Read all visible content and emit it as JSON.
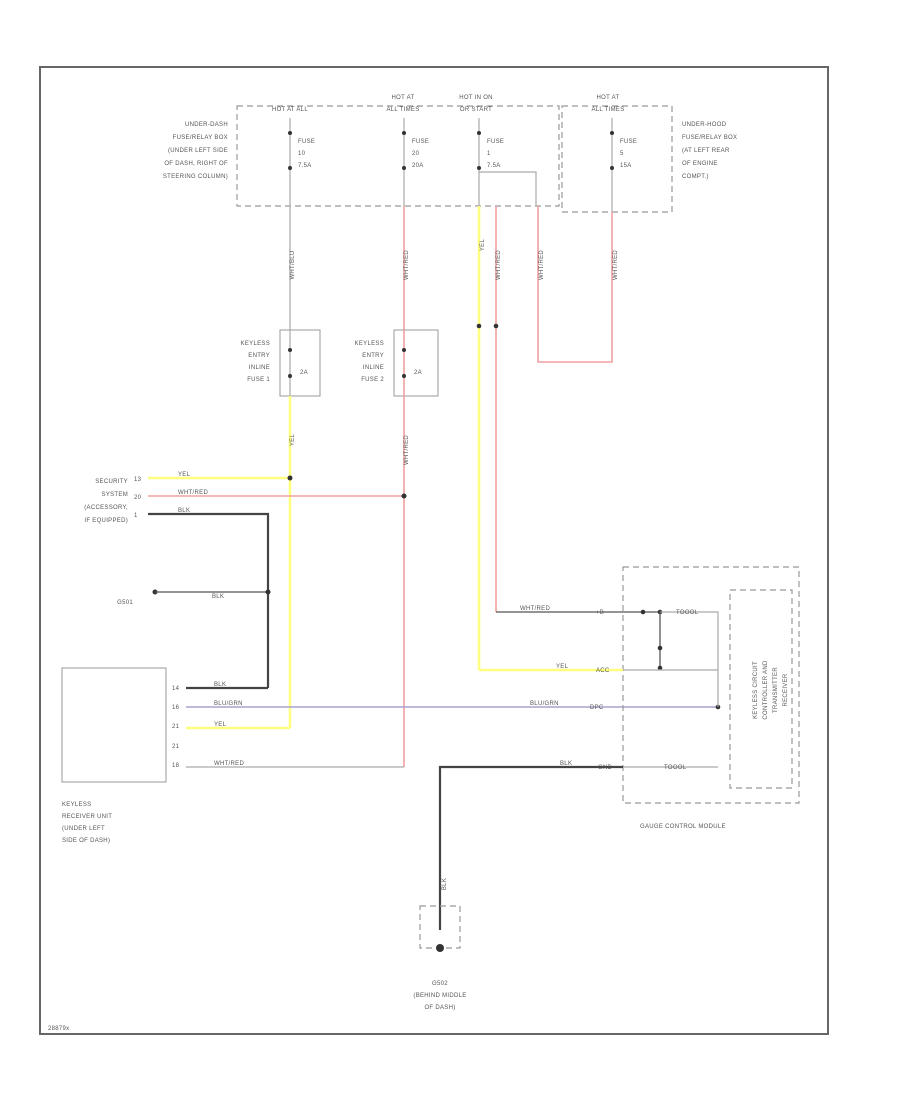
{
  "frame_id": "28879x",
  "fuse_boxes": {
    "under_dash": {
      "label_lines": [
        "UNDER-DASH",
        "FUSE/RELAY BOX",
        "(UNDER LEFT SIDE",
        "OF DASH, RIGHT OF",
        "STEERING COLUMN)"
      ]
    },
    "under_hood": {
      "label_lines": [
        "UNDER-HOOD",
        "FUSE/RELAY BOX",
        "(AT LEFT REAR",
        "OF ENGINE",
        "COMPT.)"
      ]
    }
  },
  "hot_labels": [
    [
      "HOT AT ALL"
    ],
    [
      "HOT AT",
      "ALL TIMES"
    ],
    [
      "HOT IN ON",
      "OR START"
    ],
    [
      "HOT AT",
      "ALL TIMES"
    ]
  ],
  "fuses": [
    {
      "lines": [
        "FUSE",
        "10",
        "7.5A"
      ]
    },
    {
      "lines": [
        "FUSE",
        "20",
        "20A"
      ]
    },
    {
      "lines": [
        "FUSE",
        "1",
        "7.5A"
      ]
    },
    {
      "lines": [
        "FUSE",
        "5",
        "15A"
      ]
    }
  ],
  "inline_fuses": [
    {
      "label_lines": [
        "KEYLESS",
        "ENTRY",
        "INLINE",
        "FUSE 1"
      ],
      "rating": "2A"
    },
    {
      "label_lines": [
        "KEYLESS",
        "ENTRY",
        "INLINE",
        "FUSE 2"
      ],
      "rating": "2A"
    }
  ],
  "wire_colors": {
    "wht_blu": "WHT/BLU",
    "wht_red": "WHT/RED",
    "yel": "YEL",
    "wht_red_2": "WHT/RED",
    "wht_red_3": "WHT/RED",
    "wht_red_4": "WHT/RED",
    "blk": "BLK",
    "blu_grn": "BLU/GRN",
    "blk_g": "BLK"
  },
  "security": {
    "label_lines": [
      "SECURITY",
      "SYSTEM",
      "(ACCESSORY,",
      "IF EQUIPPED)"
    ],
    "pins": [
      "13",
      "20",
      "1"
    ]
  },
  "ground_ref": "G501",
  "keyless_unit": {
    "label_lines": [
      "KEYLESS",
      "RECEIVER UNIT",
      "(UNDER LEFT",
      "SIDE OF DASH)"
    ],
    "pins": [
      "14",
      "16",
      "21",
      "18"
    ]
  },
  "gauge_module": {
    "name": "GAUGE CONTROL MODULE",
    "inner_label": [
      "KEYLESS CIRCUIT",
      "CONTROLLER AND",
      "TRANSMITTER",
      "RECEIVER"
    ],
    "pins": [
      "+B",
      "ACC",
      "DPC",
      "GND"
    ],
    "pin_text": [
      "TOOOL",
      "TOOOL"
    ]
  },
  "ground": {
    "label_lines": [
      "G502",
      "(BEHIND MIDDLE",
      "OF DASH)"
    ]
  }
}
